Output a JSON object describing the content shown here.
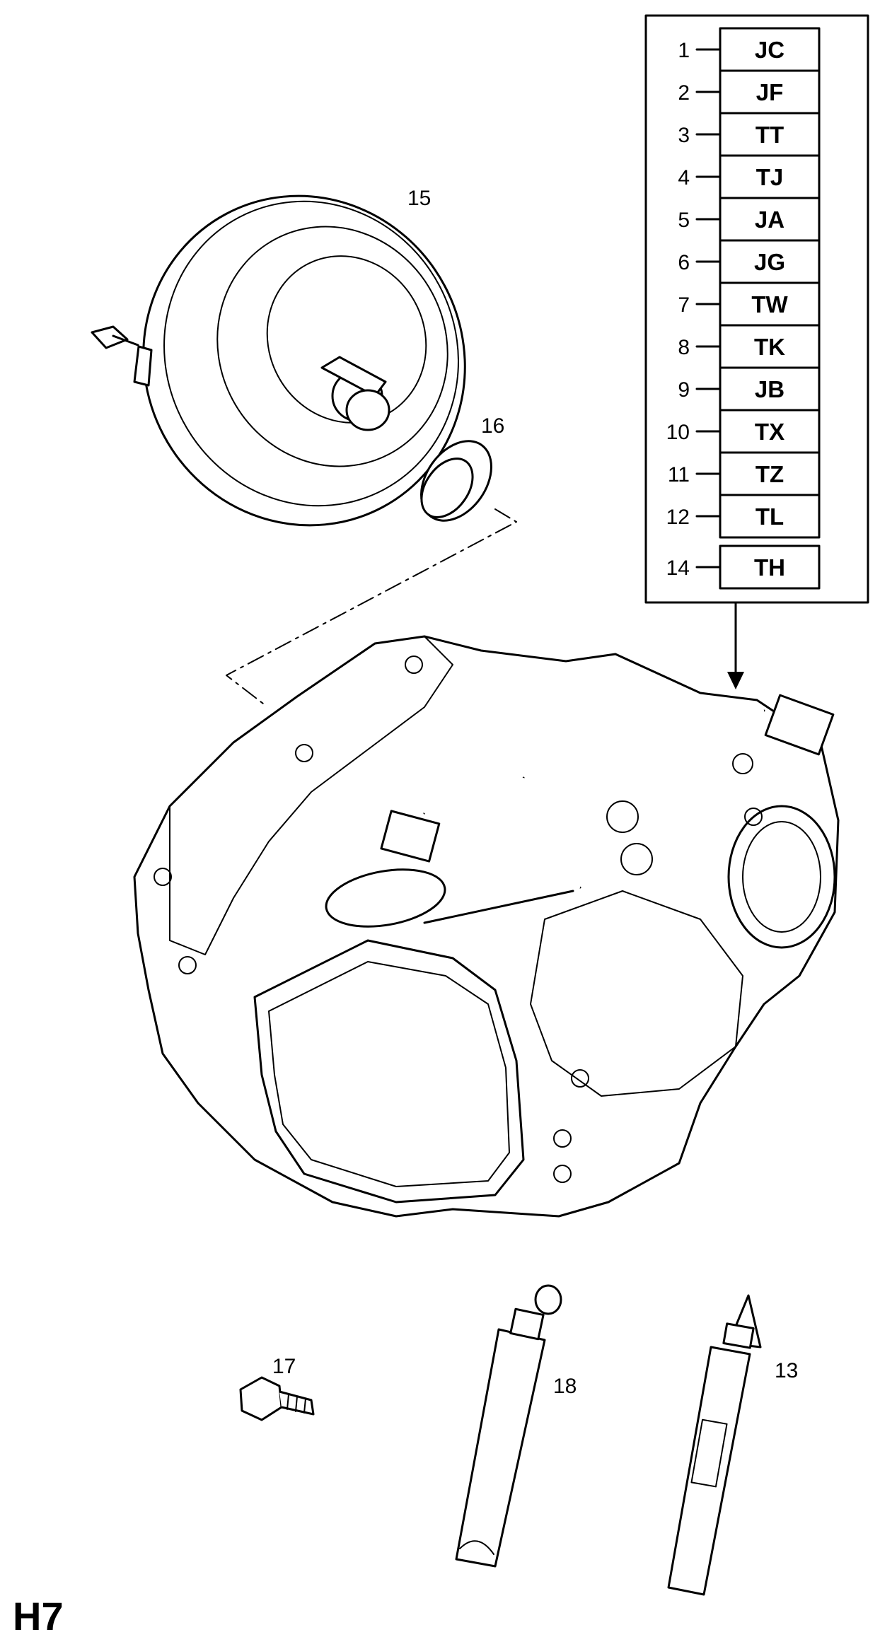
{
  "page_code": "H7",
  "legend": [
    {
      "num": "1",
      "code": "JC"
    },
    {
      "num": "2",
      "code": "JF"
    },
    {
      "num": "3",
      "code": "TT"
    },
    {
      "num": "4",
      "code": "TJ"
    },
    {
      "num": "5",
      "code": "JA"
    },
    {
      "num": "6",
      "code": "JG"
    },
    {
      "num": "7",
      "code": "TW"
    },
    {
      "num": "8",
      "code": "TK"
    },
    {
      "num": "9",
      "code": "JB"
    },
    {
      "num": "10",
      "code": "TX"
    },
    {
      "num": "11",
      "code": "TZ"
    },
    {
      "num": "12",
      "code": "TL"
    },
    {
      "num": "14",
      "code": "TH"
    }
  ],
  "callouts": {
    "torque_converter": "15",
    "seal": "16",
    "plug": "17",
    "tube_18": "18",
    "tube_13": "13"
  }
}
